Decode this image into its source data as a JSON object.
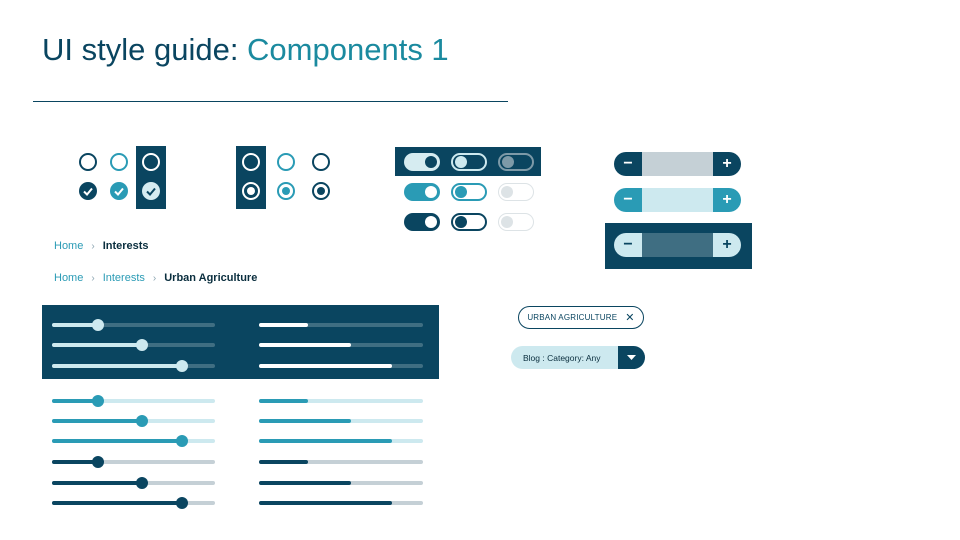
{
  "header": {
    "title_prefix": "UI style guide: ",
    "title_suffix": "Components 1"
  },
  "breadcrumbs": [
    {
      "items": [
        "Home",
        "Interests"
      ]
    },
    {
      "items": [
        "Home",
        "Interests",
        "Urban Agriculture"
      ]
    }
  ],
  "chip": {
    "label": "URBAN AGRICULTURE",
    "close_glyph": "✕"
  },
  "dropdown": {
    "label": "Blog : Category: Any"
  },
  "stepper": {
    "minus_glyph": "−",
    "plus_glyph": "+"
  },
  "colors": {
    "dark": "#0a4560",
    "teal": "#2a9bb5",
    "light": "#cde9ef",
    "grey": "#c5d0d6"
  },
  "sliders": {
    "left_values": [
      0.28,
      0.55,
      0.8
    ],
    "right_values": [
      0.3,
      0.56,
      0.81
    ]
  }
}
